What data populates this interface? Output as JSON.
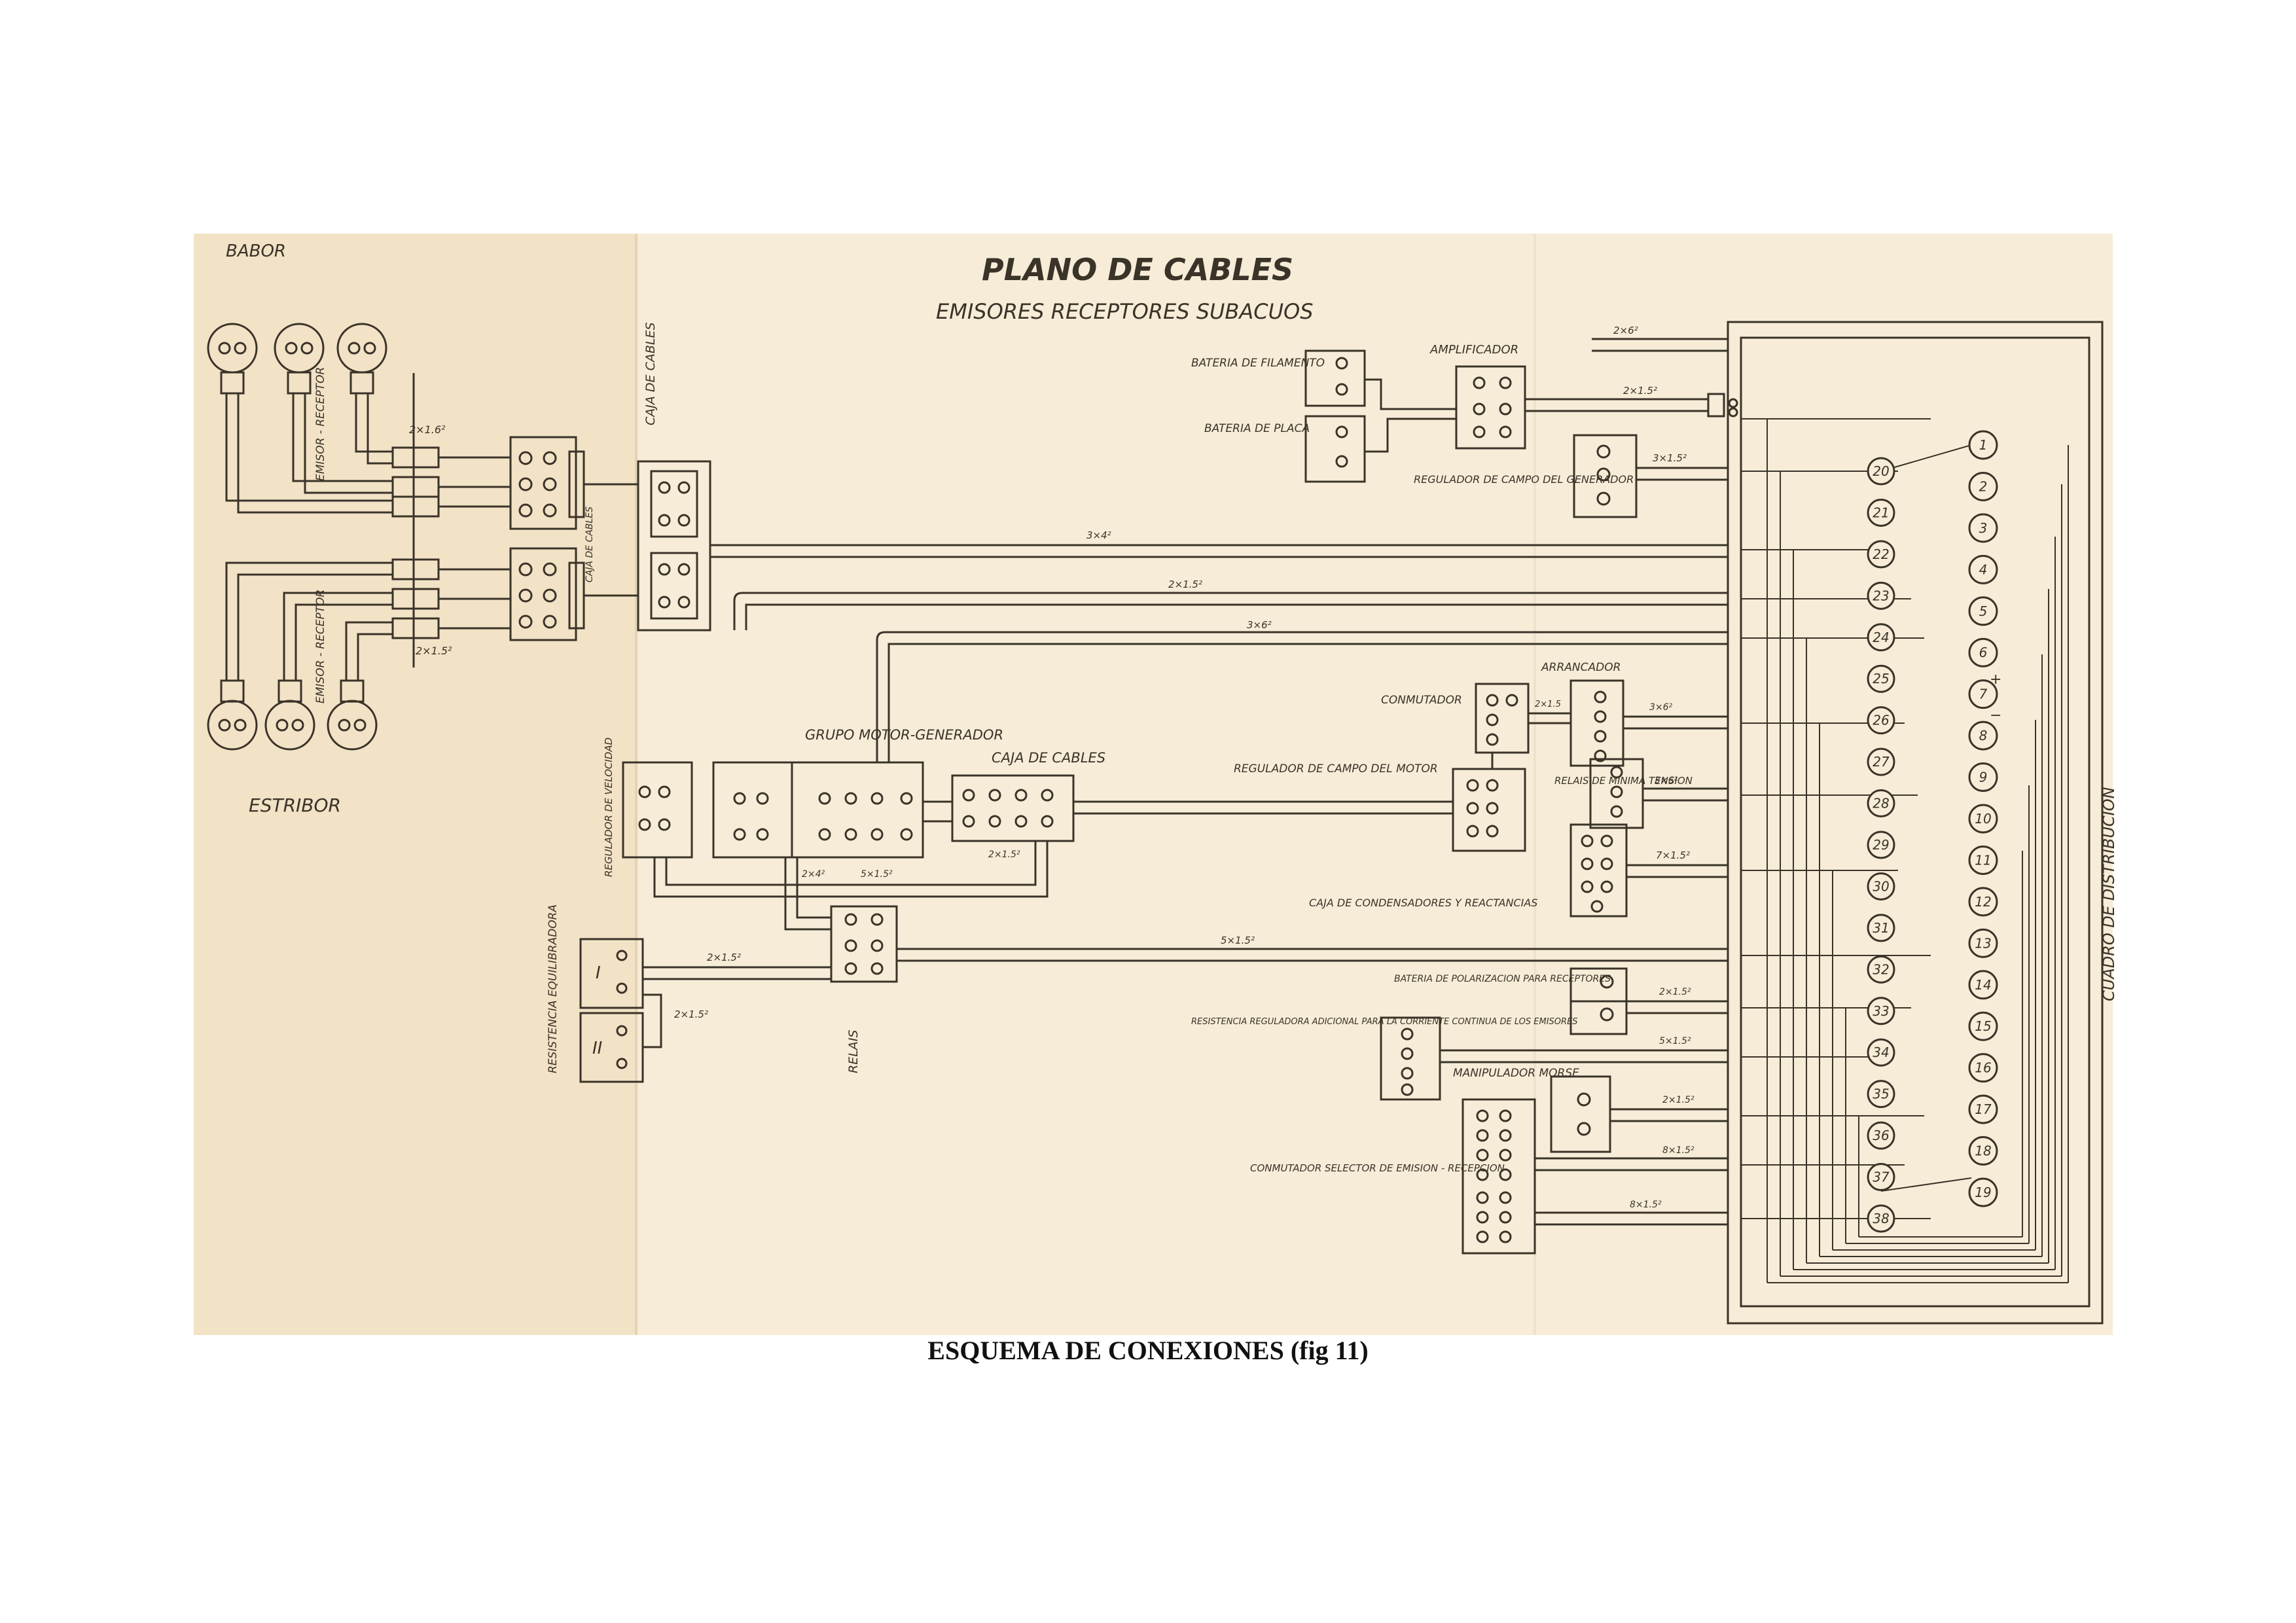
{
  "plate": {
    "title": "PLANO DE CABLES",
    "subtitle": "EMISORES   RECEPTORES SUBACUOS",
    "paper_color": "#f6ecd8",
    "ink_color": "#3a3328"
  },
  "sides": {
    "top": "BABOR",
    "bottom": "ESTRIBOR"
  },
  "labels": {
    "emisor_receptor": "EMISOR - RECEPTOR",
    "caja_cables_vertical": "CAJA DE CABLES",
    "caja_cables_small": "CAJA DE CABLES",
    "bateria_filamento": "BATERIA DE FILAMENTO",
    "bateria_placa": "BATERIA DE PLACA",
    "amplificador": "AMPLIFICADOR",
    "regulador_generador": "REGULADOR DE CAMPO DEL GENERADOR",
    "conmutador": "CONMUTADOR",
    "arrancador": "ARRANCADOR",
    "regulador_motor": "REGULADOR DE CAMPO DEL MOTOR",
    "relais_minima": "RELAIS DE MINIMA TENSION",
    "grupo": "GRUPO   MOTOR-GENERADOR",
    "caja_cables_grupo": "CAJA DE CABLES",
    "regulador_velocidad": "REGULADOR DE VELOCIDAD",
    "resistencia_equilibradora": "RESISTENCIA EQUILIBRADORA",
    "relais": "RELAIS",
    "caja_condensadores": "CAJA DE CONDENSADORES Y REACTANCIAS",
    "bateria_polarizacion": "BATERIA DE POLARIZACION PARA RECEPTORES",
    "resistencia_reguladora": "RESISTENCIA REGULADORA ADICIONAL PARA LA CORRIENTE CONTINUA DE LOS EMISORES",
    "manipulador": "MANIPULADOR MORSE",
    "conmutador_selector": "CONMUTADOR SELECTOR DE EMISION - RECEPCION",
    "cuadro": "CUADRO DE DISTRIBUCION",
    "res_I": "I",
    "res_II": "II"
  },
  "cable_specs": {
    "c_2x6": "2×6²",
    "c_2x15_amp": "2×1.5²",
    "c_3x15_gen": "3×1.5²",
    "c_2x16_babor": "2×1.6²",
    "c_2x15_estribor": "2×1.5²",
    "c_3x4": "3×4²",
    "c_2x15_mid": "2×1.5²",
    "c_3x6": "3×6²",
    "c_3x6_arr": "3×6²",
    "c_2x15_conm": "2×1.5",
    "c_3x6_relais": "3×6²",
    "c_7x15": "7×1.5²",
    "c_2x4": "2×4²",
    "c_5x15": "5×1.5²",
    "c_2x15_grp": "2×1.5²",
    "c_5x15_relais": "5×1.5²",
    "c_2x15_res1": "2×1.5²",
    "c_2x15_res2": "2×1.5²",
    "c_2x15_pol": "2×1.5²",
    "c_5x15_res": "5×1.5²",
    "c_2x15_morse": "2×1.5²",
    "c_8x15_a": "8×1.5²",
    "c_8x15_b": "8×1.5²"
  },
  "cuadro_outer_numbers": [
    "1",
    "2",
    "3",
    "4",
    "5",
    "6",
    "7",
    "8",
    "9",
    "10",
    "11",
    "12",
    "13",
    "14",
    "15",
    "16",
    "17",
    "18",
    "19"
  ],
  "cuadro_inner_numbers": [
    "20",
    "21",
    "22",
    "23",
    "24",
    "25",
    "26",
    "27",
    "28",
    "29",
    "30",
    "31",
    "32",
    "33",
    "34",
    "35",
    "36",
    "37",
    "38"
  ],
  "polarity": {
    "plus": "+",
    "minus": "−"
  },
  "caption": "ESQUEMA DE CONEXIONES (fig 11)"
}
